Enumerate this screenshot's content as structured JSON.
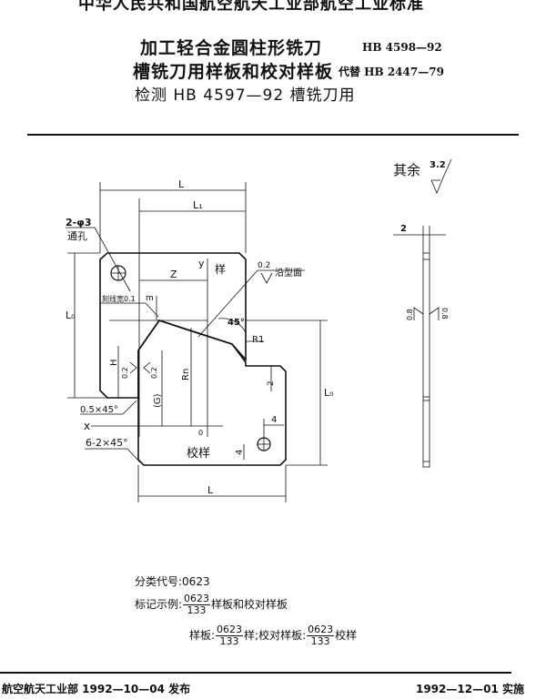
{
  "header": {
    "org_title": "中华人民共和国航空航天工业部航空工业标准"
  },
  "title": {
    "line1": "加工轻合金圆柱形铣刀",
    "line2": "槽铣刀用样板和校对样板",
    "line3": "检测 HB 4597—92 槽铣刀用",
    "standard_no": "HB 4598—92",
    "replaces": "代替 HB 2447—79"
  },
  "drawing": {
    "roughness_rest_label": "其余",
    "roughness_rest_value": "3.2",
    "dim_L": "L",
    "dim_L1": "L₁",
    "dim_Z": "Z",
    "dim_y": "y",
    "dim_x": "x",
    "origin": "0",
    "dim_L0_left": "L₀",
    "dim_L0_right": "L₀",
    "dim_L_bottom": "L",
    "hole_label_1": "2-φ3",
    "hole_label_2": "通孔",
    "sample_label": "样",
    "check_label": "校样",
    "profile_roughness": "0.2",
    "profile_roughness_text": "沿型面",
    "line_width": "刻线宽0.1",
    "dim_m": "m",
    "angle_45": "45°",
    "radius_R1": "R1",
    "dim_H": "H",
    "dim_Rn": "Rn",
    "dim_G": "(G)",
    "rough_left": "0.2",
    "rough_right": "0.2",
    "dim_2": "2",
    "dim_4_h": "4",
    "dim_4_v": "4",
    "chamfer_1": "0.5×45°",
    "chamfer_2": "6-2×45°",
    "side_thickness": "2",
    "side_rough_left": "0.8",
    "side_rough_right": "0.8"
  },
  "notes": {
    "classification_label": "分类代号:",
    "classification_value": "0623",
    "marking_label": "标记示例:",
    "frac_num": "0623",
    "frac_den": "133",
    "marking_text": "样板和校对样板",
    "sample_prefix": "样板:",
    "sample_suffix": "样;",
    "check_prefix": "校对样板:",
    "check_suffix": "校样"
  },
  "footer": {
    "issued": "航空航天工业部 1992—10—04 发布",
    "effective": "1992—12—01 实施"
  }
}
